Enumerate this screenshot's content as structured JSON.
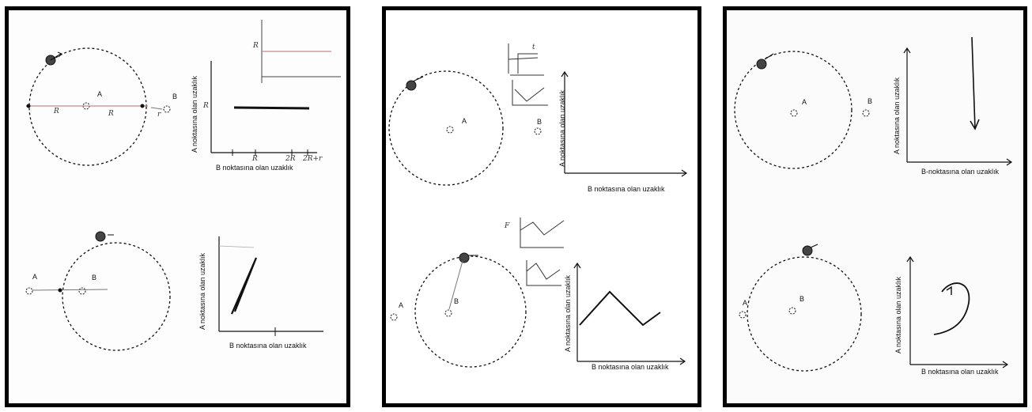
{
  "labels": {
    "y_axis": "A noktasına olan uzaklık",
    "x_axis": "B noktasına olan uzaklık",
    "x_axis_alt": "B-noktasına olan uzaklık",
    "point_a": "A",
    "point_b": "B"
  },
  "handwriting": {
    "r": "R",
    "two_r": "2R",
    "two_r_plus": "2R+r",
    "r_small": "r",
    "t": "t",
    "f": "F"
  },
  "colors": {
    "ink": "#111111",
    "pencil": "#777777",
    "red_pencil": "#c98a8a"
  }
}
